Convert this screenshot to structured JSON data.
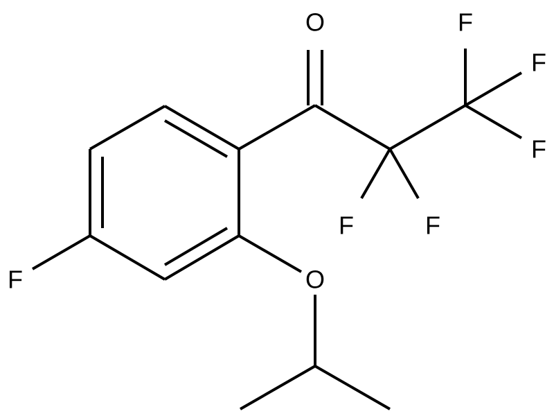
{
  "atoms": [
    {
      "id": "o_carbonyl",
      "element": "O"
    },
    {
      "id": "o_ether",
      "element": "O"
    },
    {
      "id": "f_ring",
      "element": "F"
    },
    {
      "id": "f_cf3_top",
      "element": "F"
    },
    {
      "id": "f_cf3_right",
      "element": "F"
    },
    {
      "id": "f_cf3_lower",
      "element": "F"
    },
    {
      "id": "f_cf2_left",
      "element": "F"
    },
    {
      "id": "f_cf2_right",
      "element": "F"
    }
  ],
  "bonds": [
    {
      "id": "ring-1",
      "order": 2
    },
    {
      "id": "ring-2",
      "order": 1
    },
    {
      "id": "ring-3",
      "order": 2
    },
    {
      "id": "ring-4",
      "order": 1
    },
    {
      "id": "ring-5",
      "order": 2
    },
    {
      "id": "ring-6",
      "order": 1
    },
    {
      "id": "ring-carbonyl",
      "order": 1
    },
    {
      "id": "carbonyl",
      "order": 2
    },
    {
      "id": "carbonyl-cf2",
      "order": 1
    },
    {
      "id": "cf2-cf3",
      "order": 1
    },
    {
      "id": "cf3-f-top",
      "order": 1
    },
    {
      "id": "cf3-f-right",
      "order": 1
    },
    {
      "id": "cf3-f-lower",
      "order": 1
    },
    {
      "id": "cf2-f-left",
      "order": 1
    },
    {
      "id": "cf2-f-right",
      "order": 1
    },
    {
      "id": "ring-f",
      "order": 1
    },
    {
      "id": "ring-o-ether",
      "order": 1
    },
    {
      "id": "o-ether-ch",
      "order": 1
    },
    {
      "id": "ch-ch3-left",
      "order": 1
    },
    {
      "id": "ch-ch3-right",
      "order": 1
    }
  ]
}
